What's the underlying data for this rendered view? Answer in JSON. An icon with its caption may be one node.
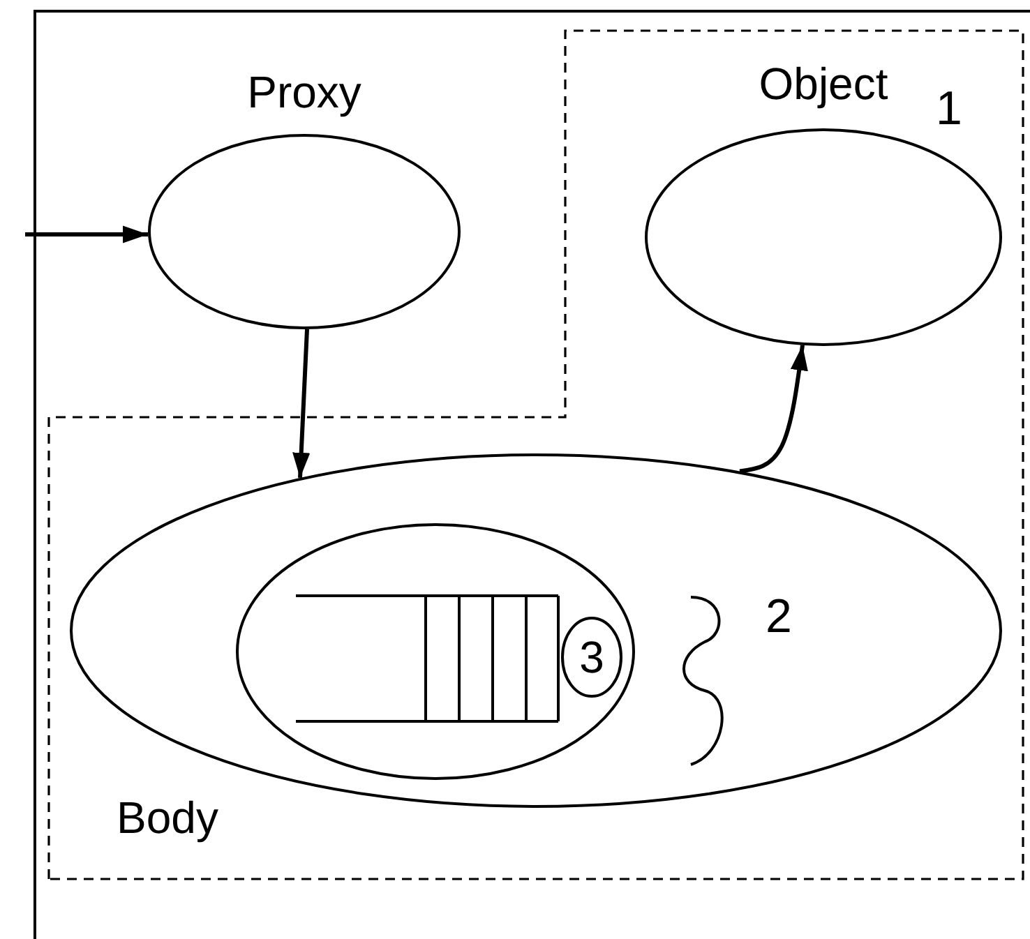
{
  "diagram": {
    "nodes": [
      {
        "text": [
          "Proxy"
        ]
      },
      {
        "text": [
          "Object"
        ]
      },
      {
        "text": [],
        "shape": "ellipse"
      },
      {
        "text": [],
        "shape": "ellipse",
        "in": 2
      },
      {
        "text": [
          "3"
        ],
        "in": 3
      }
    ],
    "edges": [
      {
        "from": null,
        "to": 0,
        "arrow": "to"
      },
      {
        "from": 0,
        "to": 2,
        "arrow": "to"
      },
      {
        "from": 2,
        "to": 1,
        "arrow": "to"
      }
    ],
    "labels": [
      "1",
      "2",
      "Body"
    ]
  }
}
